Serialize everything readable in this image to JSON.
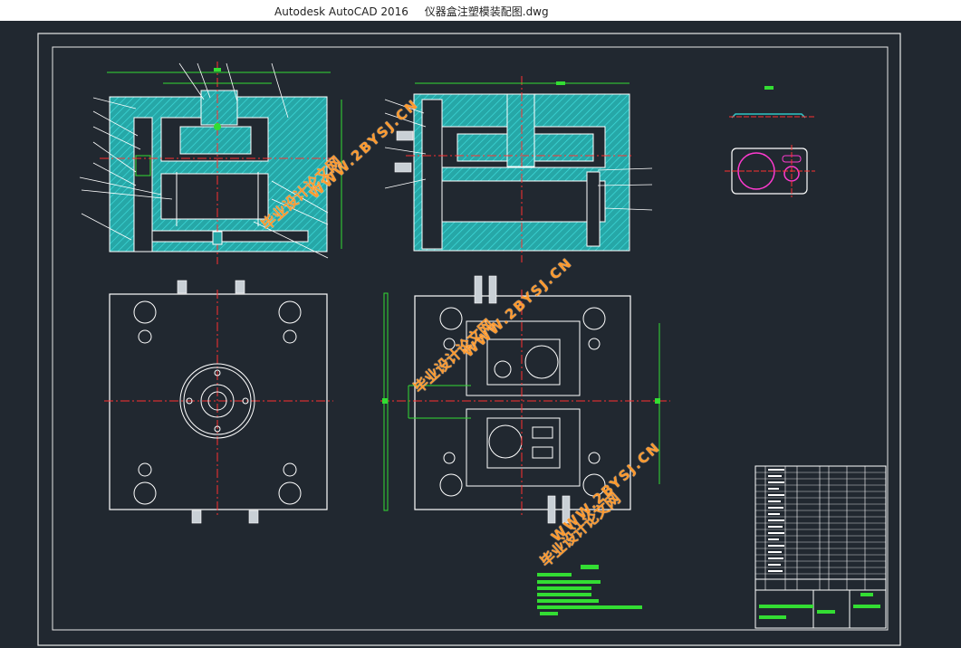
{
  "window": {
    "app_title": "Autodesk AutoCAD 2016",
    "file_name": "仪器盒注塑模装配图.dwg"
  },
  "watermarks": [
    {
      "id": "w1",
      "text": "WWW.2BYSJ.CN"
    },
    {
      "id": "w2",
      "text": "毕业设计论文网"
    },
    {
      "id": "w3",
      "text": "WWW.2BYSJ.CN"
    },
    {
      "id": "w4",
      "text": "毕业设计论文网"
    },
    {
      "id": "w5",
      "text": "WWW.2BYSJ.CN"
    },
    {
      "id": "w6",
      "text": "毕业设计论文网"
    }
  ],
  "colors": {
    "background": "#212830",
    "border": "#e8e8e8",
    "section": "#2fc6c6",
    "centerline": "#ff3030",
    "dimension": "#33dd33",
    "watermark": "#ff9a2e"
  }
}
